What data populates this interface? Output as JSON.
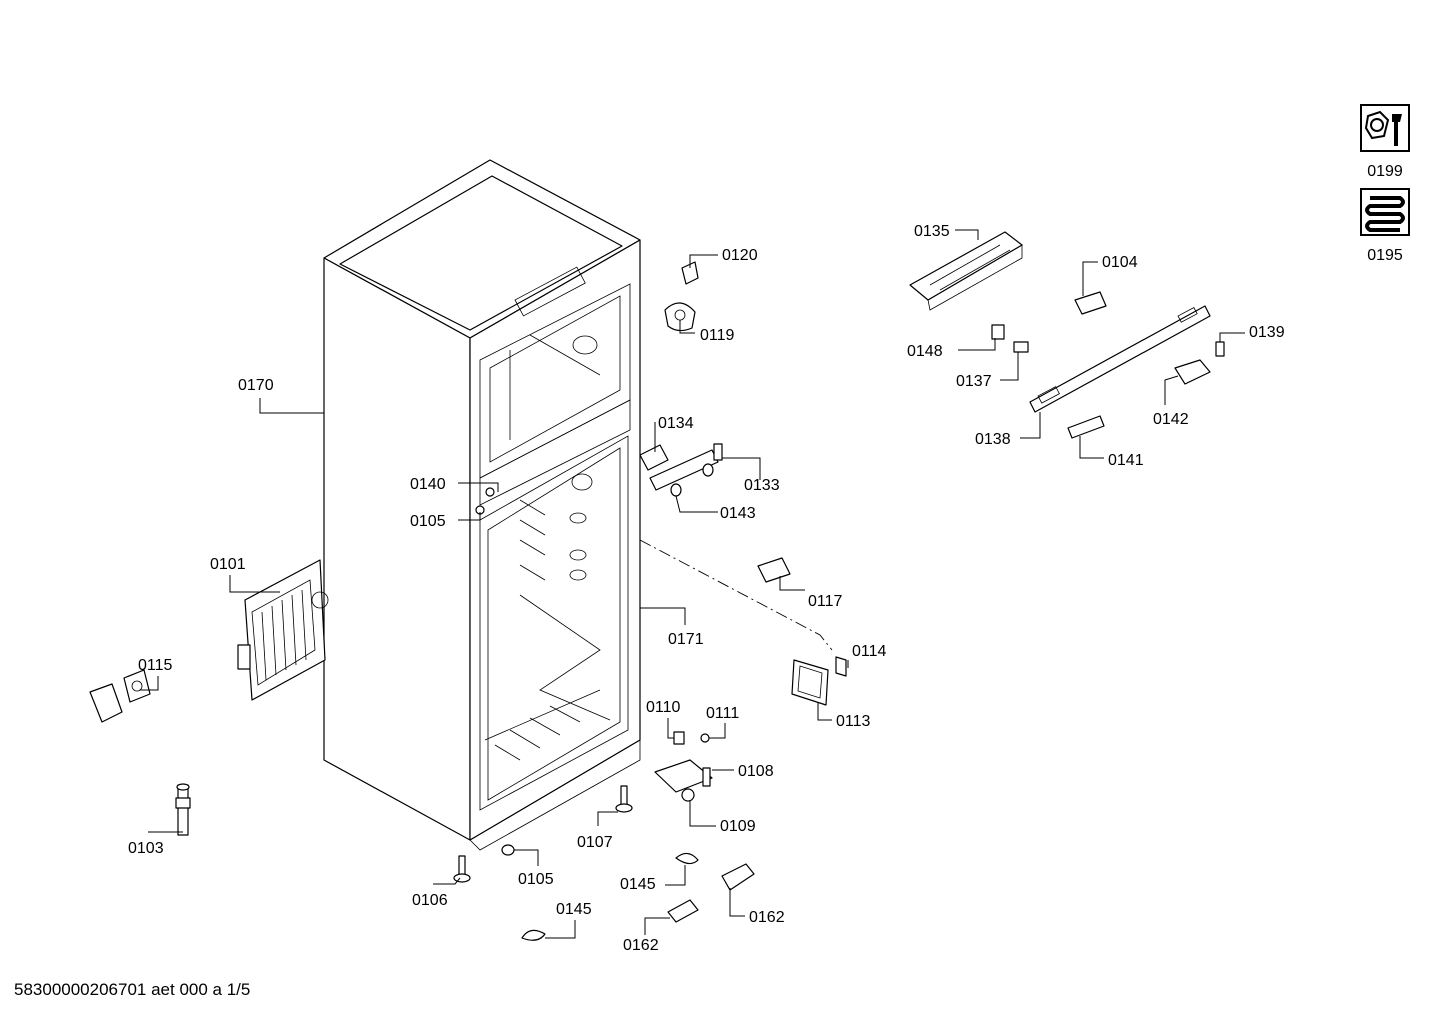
{
  "document_id": "58300000206701 aet 000 a 1/5",
  "icons": [
    {
      "code": "0199",
      "icon": "tools-icon"
    },
    {
      "code": "0195",
      "icon": "coil-icon"
    }
  ],
  "callouts": {
    "c0101": "0101",
    "c0103": "0103",
    "c0104": "0104",
    "c0105a": "0105",
    "c0105b": "0105",
    "c0106": "0106",
    "c0107": "0107",
    "c0108": "0108",
    "c0109": "0109",
    "c0110": "0110",
    "c0111": "0111",
    "c0113": "0113",
    "c0114": "0114",
    "c0115": "0115",
    "c0117": "0117",
    "c0119": "0119",
    "c0120": "0120",
    "c0133": "0133",
    "c0134": "0134",
    "c0135": "0135",
    "c0137": "0137",
    "c0138": "0138",
    "c0139": "0139",
    "c0140": "0140",
    "c0141": "0141",
    "c0142": "0142",
    "c0143": "0143",
    "c0145a": "0145",
    "c0145b": "0145",
    "c0148": "0148",
    "c0162a": "0162",
    "c0162b": "0162",
    "c0170": "0170",
    "c0171": "0171"
  }
}
